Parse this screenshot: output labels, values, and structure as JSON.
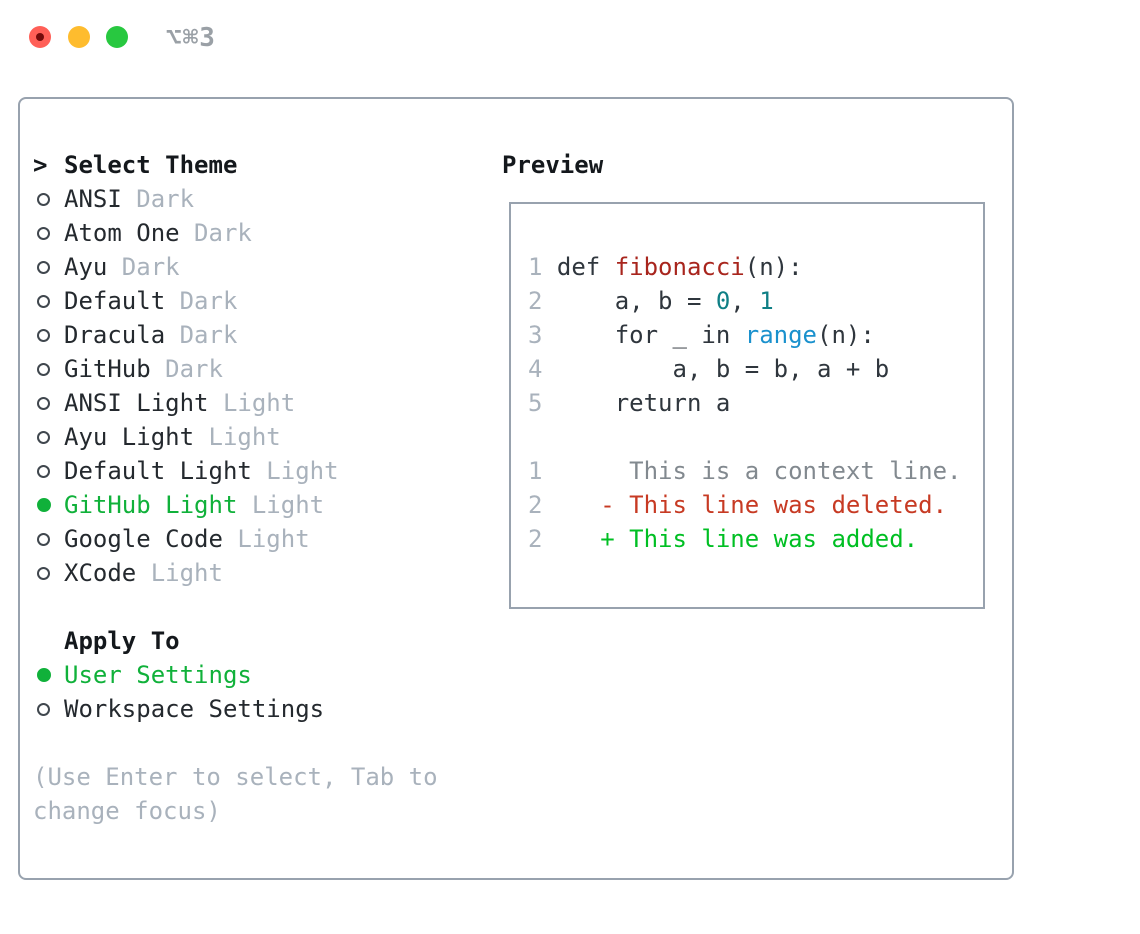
{
  "window": {
    "title": "⌥⌘3",
    "traffic_lights": [
      {
        "name": "close",
        "color": "#ff5f57",
        "has_dot": true
      },
      {
        "name": "minimize",
        "color": "#febc2e",
        "has_dot": false
      },
      {
        "name": "zoom",
        "color": "#28c840",
        "has_dot": false
      }
    ]
  },
  "theme_list": {
    "header_prefix": ">",
    "header": "Select Theme",
    "items": [
      {
        "name": "ANSI",
        "tag": "Dark",
        "selected": false
      },
      {
        "name": "Atom One",
        "tag": "Dark",
        "selected": false
      },
      {
        "name": "Ayu",
        "tag": "Dark",
        "selected": false
      },
      {
        "name": "Default",
        "tag": "Dark",
        "selected": false
      },
      {
        "name": "Dracula",
        "tag": "Dark",
        "selected": false
      },
      {
        "name": "GitHub",
        "tag": "Dark",
        "selected": false
      },
      {
        "name": "ANSI Light",
        "tag": "Light",
        "selected": false
      },
      {
        "name": "Ayu Light",
        "tag": "Light",
        "selected": false
      },
      {
        "name": "Default Light",
        "tag": "Light",
        "selected": false
      },
      {
        "name": "GitHub Light",
        "tag": "Light",
        "selected": true
      },
      {
        "name": "Google Code",
        "tag": "Light",
        "selected": false
      },
      {
        "name": "XCode",
        "tag": "Light",
        "selected": false
      }
    ]
  },
  "apply_to": {
    "header": "Apply To",
    "options": [
      {
        "name": "User Settings",
        "selected": true
      },
      {
        "name": "Workspace Settings",
        "selected": false
      }
    ]
  },
  "hint_lines": [
    "(Use Enter to select, Tab to",
    "change focus)"
  ],
  "preview": {
    "header": "Preview",
    "code_lines": [
      [
        {
          "t": "1",
          "c": "ln"
        },
        {
          "t": " def ",
          "c": "code"
        },
        {
          "t": "fibonacci",
          "c": "func"
        },
        {
          "t": "(n):",
          "c": "code"
        }
      ],
      [
        {
          "t": "2",
          "c": "ln"
        },
        {
          "t": "     a, b = ",
          "c": "code"
        },
        {
          "t": "0",
          "c": "num"
        },
        {
          "t": ", ",
          "c": "code"
        },
        {
          "t": "1",
          "c": "num"
        }
      ],
      [
        {
          "t": "3",
          "c": "ln"
        },
        {
          "t": "     for _ in ",
          "c": "code"
        },
        {
          "t": "range",
          "c": "kw"
        },
        {
          "t": "(n):",
          "c": "code"
        }
      ],
      [
        {
          "t": "4",
          "c": "ln"
        },
        {
          "t": "         a, b = b, a + b",
          "c": "code"
        }
      ],
      [
        {
          "t": "5",
          "c": "ln"
        },
        {
          "t": "     return a",
          "c": "code"
        }
      ],
      [],
      [
        {
          "t": "1",
          "c": "ln"
        },
        {
          "t": "      This is a context line.",
          "c": "ctx"
        }
      ],
      [
        {
          "t": "2",
          "c": "ln"
        },
        {
          "t": "    ",
          "c": "code"
        },
        {
          "t": "- This line was deleted.",
          "c": "del"
        }
      ],
      [
        {
          "t": "2",
          "c": "ln"
        },
        {
          "t": "    ",
          "c": "code"
        },
        {
          "t": "+ This line was added.",
          "c": "add"
        }
      ]
    ]
  },
  "colors": {
    "accent_green": "#10b13a",
    "muted": "#a9b2bc",
    "text_dark": "#24292e",
    "header_black": "#14181c",
    "panel_border": "#98a2ae",
    "line_number": "#a9b2bc",
    "code_text": "#2f363d",
    "function_red": "#a8251d",
    "number_teal": "#0f7f85",
    "builtin_blue": "#1a91cd",
    "diff_context": "#82898f",
    "diff_deleted": "#c73a23",
    "diff_added": "#00bf23",
    "traffic_red": "#ff5f57",
    "traffic_red_dot": "#730b0b",
    "traffic_yellow": "#febc2e",
    "traffic_green": "#28c840",
    "title_gray": "#9aa0a6"
  }
}
